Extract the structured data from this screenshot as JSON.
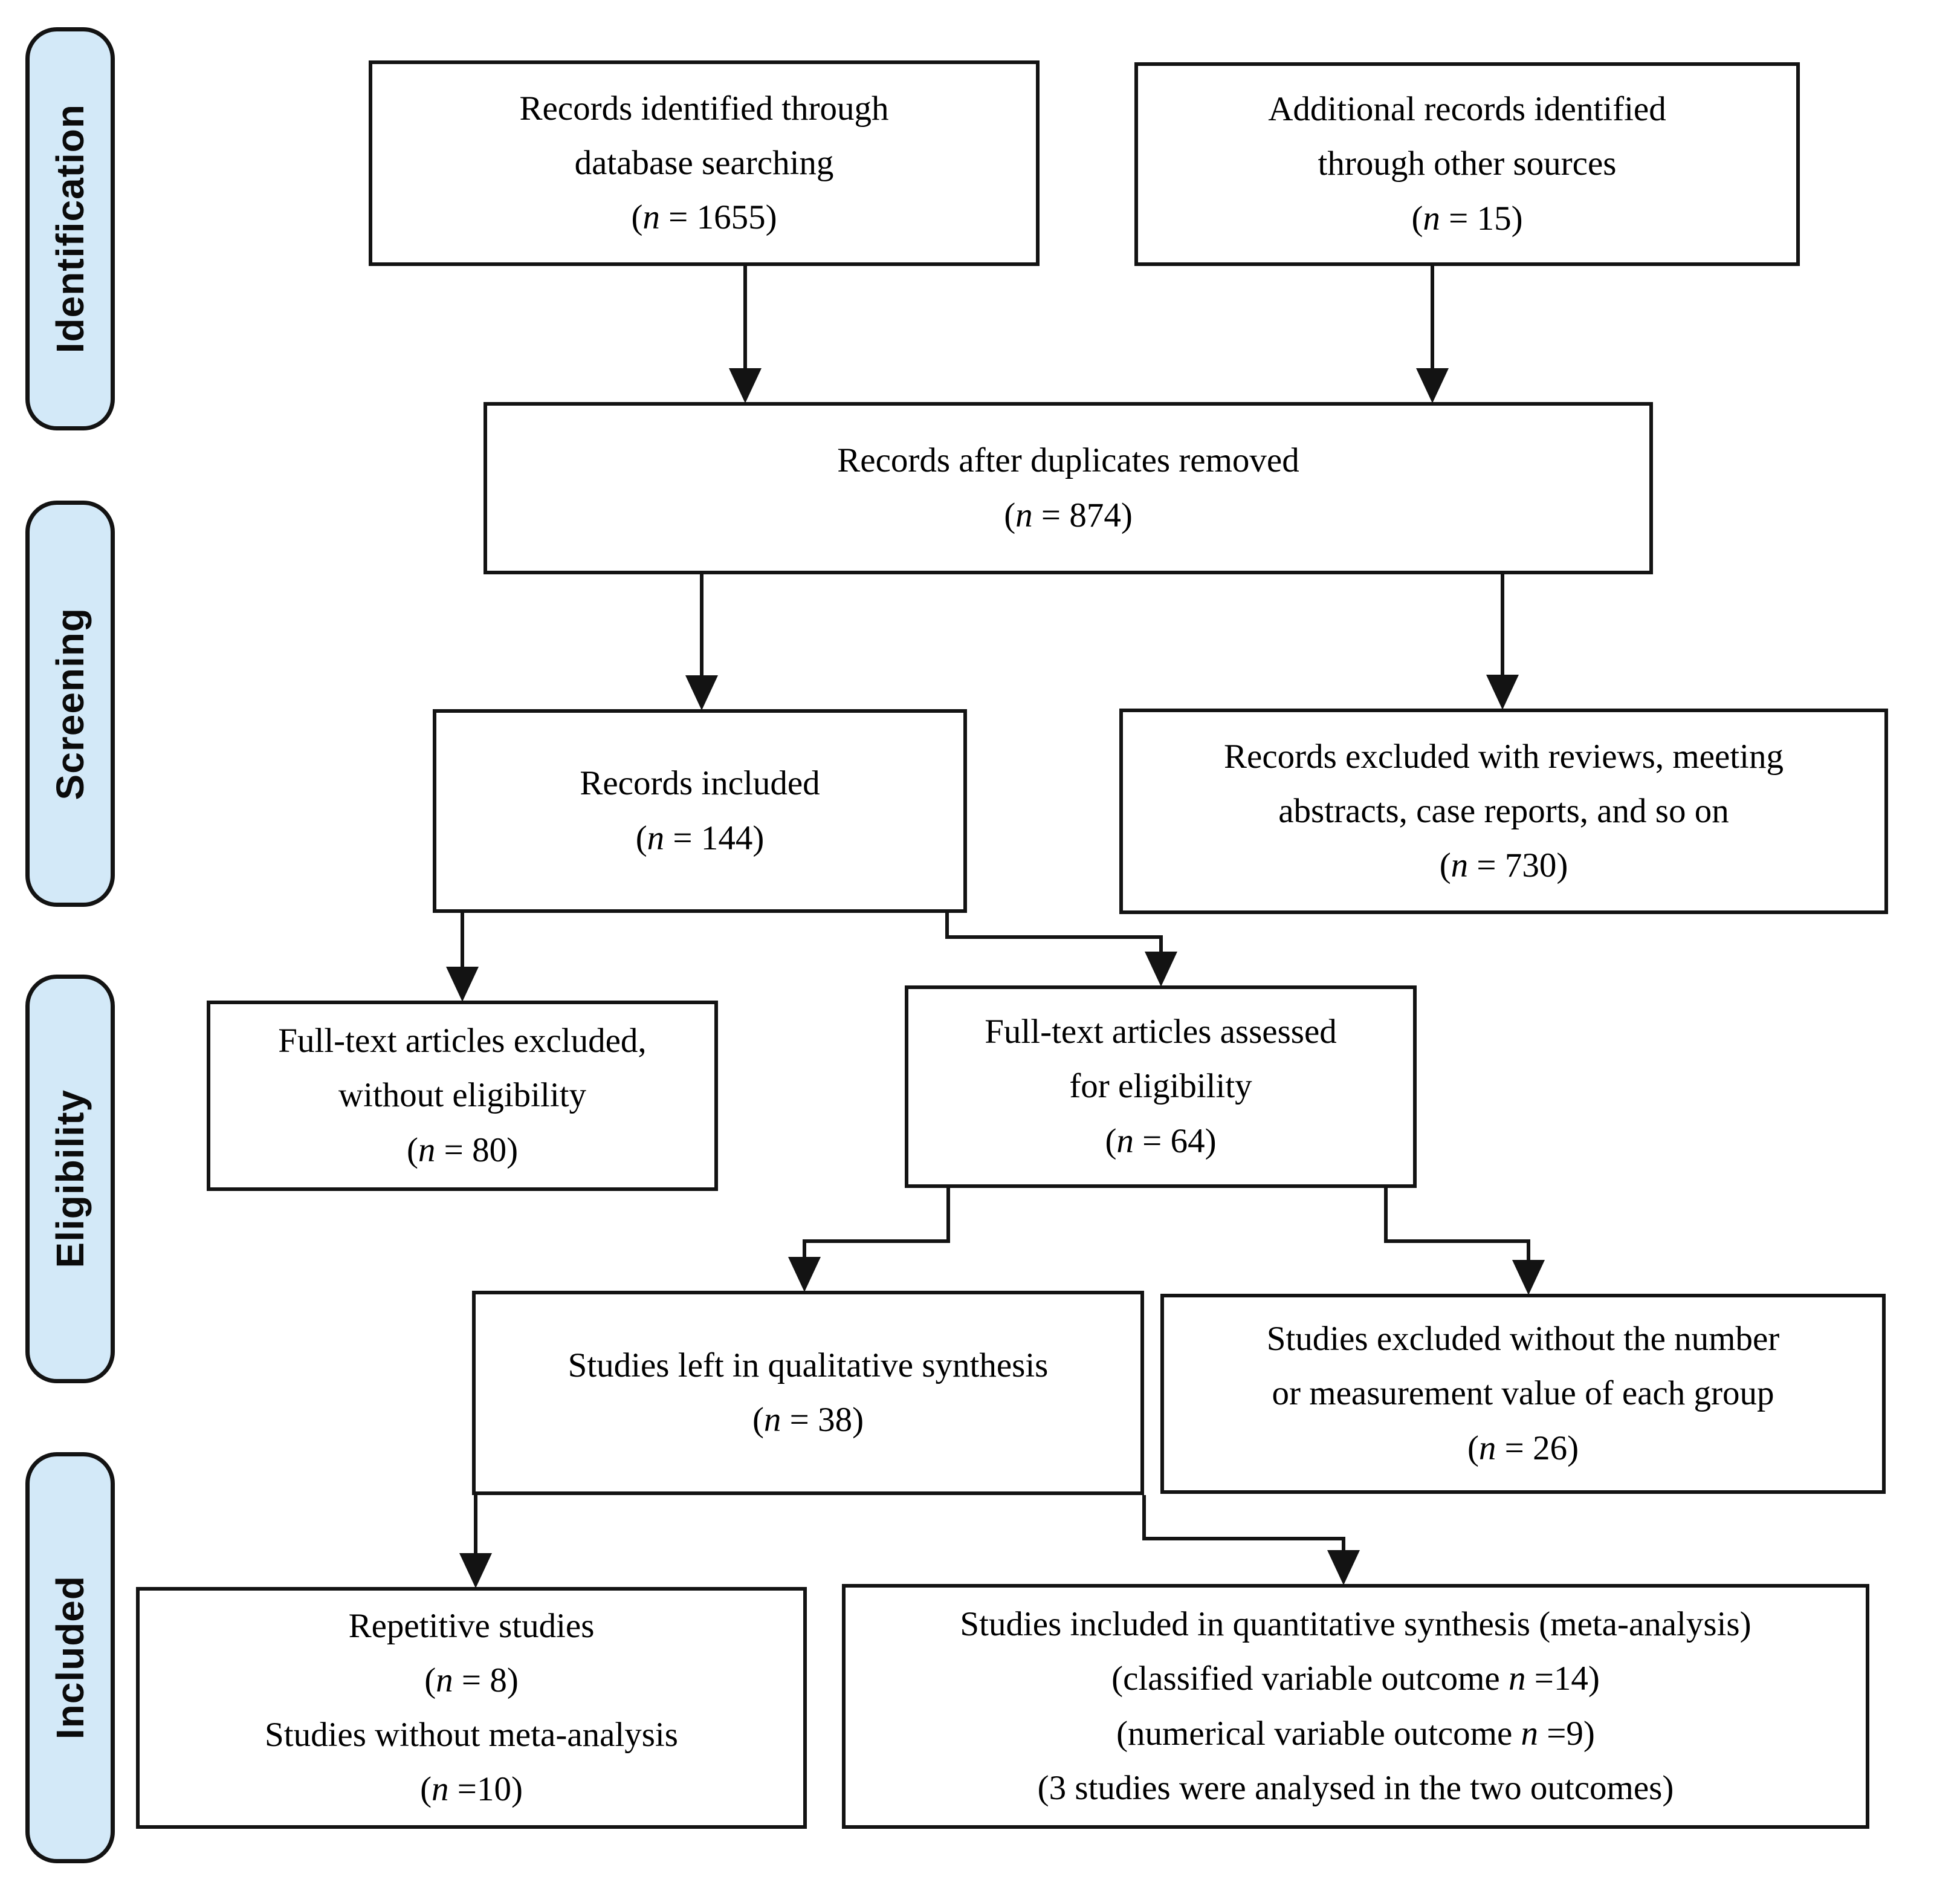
{
  "diagram": {
    "kind": "PRISMA flow diagram",
    "colors": {
      "stage_fill": "#d3e9f8",
      "stage_border": "#131313",
      "box_fill": "#ffffff",
      "box_border": "#131313",
      "text": "#000000"
    },
    "stages": [
      {
        "label": "Identification"
      },
      {
        "label": "Screening"
      },
      {
        "label": "Eligibility"
      },
      {
        "label": "Included"
      }
    ],
    "boxes": {
      "records_database": {
        "lines": [
          [
            {
              "t": "Records identified through"
            }
          ],
          [
            {
              "t": "database searching"
            }
          ],
          [
            {
              "t": "("
            },
            {
              "t": "n",
              "i": true
            },
            {
              "t": " = 1655)"
            }
          ]
        ]
      },
      "records_other_sources": {
        "lines": [
          [
            {
              "t": "Additional records identified"
            }
          ],
          [
            {
              "t": "through other sources"
            }
          ],
          [
            {
              "t": "("
            },
            {
              "t": "n",
              "i": true
            },
            {
              "t": " = 15)"
            }
          ]
        ]
      },
      "duplicates_removed": {
        "lines": [
          [
            {
              "t": "Records after duplicates removed"
            }
          ],
          [
            {
              "t": "("
            },
            {
              "t": "n",
              "i": true
            },
            {
              "t": " = 874)"
            }
          ]
        ]
      },
      "records_included": {
        "lines": [
          [
            {
              "t": "Records included"
            }
          ],
          [
            {
              "t": "("
            },
            {
              "t": "n",
              "i": true
            },
            {
              "t": " = 144)"
            }
          ]
        ]
      },
      "records_excluded": {
        "lines": [
          [
            {
              "t": "Records excluded with reviews, meeting"
            }
          ],
          [
            {
              "t": "abstracts, case reports, and so on"
            }
          ],
          [
            {
              "t": "("
            },
            {
              "t": "n",
              "i": true
            },
            {
              "t": " = 730)"
            }
          ]
        ]
      },
      "fulltext_excluded": {
        "lines": [
          [
            {
              "t": "Full-text articles excluded,"
            }
          ],
          [
            {
              "t": "without eligibility"
            }
          ],
          [
            {
              "t": "("
            },
            {
              "t": "n",
              "i": true
            },
            {
              "t": " = 80)"
            }
          ]
        ]
      },
      "fulltext_assessed": {
        "lines": [
          [
            {
              "t": "Full-text articles assessed"
            }
          ],
          [
            {
              "t": "for eligibility"
            }
          ],
          [
            {
              "t": "("
            },
            {
              "t": "n",
              "i": true
            },
            {
              "t": " = 64)"
            }
          ]
        ]
      },
      "qualitative_synthesis": {
        "lines": [
          [
            {
              "t": "Studies left in qualitative synthesis"
            }
          ],
          [
            {
              "t": "("
            },
            {
              "t": "n",
              "i": true
            },
            {
              "t": " = 38)"
            }
          ]
        ]
      },
      "excluded_no_group_values": {
        "lines": [
          [
            {
              "t": "Studies excluded without the number"
            }
          ],
          [
            {
              "t": "or measurement value of each group"
            }
          ],
          [
            {
              "t": "("
            },
            {
              "t": "n",
              "i": true
            },
            {
              "t": " = 26)"
            }
          ]
        ]
      },
      "repetitive_studies": {
        "lines": [
          [
            {
              "t": "Repetitive studies"
            }
          ],
          [
            {
              "t": "("
            },
            {
              "t": "n",
              "i": true
            },
            {
              "t": " = 8)"
            }
          ],
          [
            {
              "t": "Studies without meta-analysis"
            }
          ],
          [
            {
              "t": "("
            },
            {
              "t": "n",
              "i": true
            },
            {
              "t": " =10)"
            }
          ]
        ]
      },
      "quantitative_synthesis": {
        "lines": [
          [
            {
              "t": "Studies included in quantitative synthesis (meta-analysis)"
            }
          ],
          [
            {
              "t": "(classified variable outcome "
            },
            {
              "t": "n",
              "i": true
            },
            {
              "t": " =14)"
            }
          ],
          [
            {
              "t": "(numerical variable outcome "
            },
            {
              "t": "n",
              "i": true
            },
            {
              "t": " =9)"
            }
          ],
          [
            {
              "t": "(3 studies were analysed in the two outcomes)"
            }
          ]
        ]
      }
    }
  }
}
